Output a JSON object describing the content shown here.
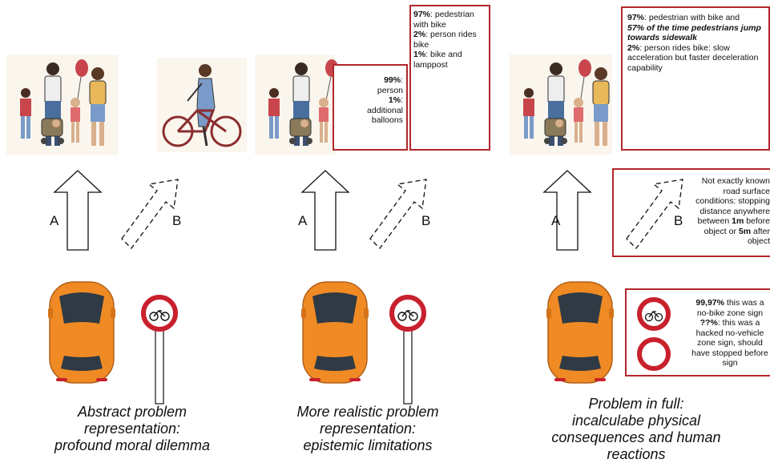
{
  "labels": {
    "a": "A",
    "b": "B"
  },
  "captions": {
    "panel1": [
      "Abstract problem",
      "representation:",
      "profound moral dilemma"
    ],
    "panel2": [
      "More realistic problem",
      "representation:",
      "epistemic limitations"
    ],
    "panel3": [
      "Problem in full:",
      "incalculabe physical",
      "consequences and human",
      "reactions"
    ]
  },
  "notes": {
    "p2_family": {
      "pct1": "99%",
      "t1": ":",
      "t1b": "person",
      "pct2": "1%",
      "t2": ":",
      "t2b": "additional",
      "t2c": "balloons"
    },
    "p2_bike": {
      "pct1": "97%",
      "t1": ": pedestrian",
      "t1b": "with bike",
      "pct2": "2%",
      "t2": ": person rides",
      "t2b": "bike",
      "pct3": "1%",
      "t3": ": bike and",
      "t3b": "lamppost"
    },
    "p3_bike": {
      "pct1": "97%",
      "t1": ": pedestrian with bike and",
      "t1b": "57% of the time pedestrians jump",
      "t1c": "towards sidewalk",
      "pct2": "2%",
      "t2": ": person rides bike: slow",
      "t2b": "acceleration but faster deceleration",
      "t2c": "capability"
    },
    "p3_road": {
      "l1": "Not exactly known",
      "l2": "road surface",
      "l3": "conditions: stopping",
      "l4": "distance anywhere",
      "l5a": "between ",
      "l5b": "1m",
      "l5c": " before",
      "l6a": "object or ",
      "l6b": "5m",
      "l6c": " after",
      "l7": "object"
    },
    "p3_sign": {
      "pct1": "99,97%",
      "t1": " this was a",
      "t1b": "no-bike zone sign",
      "pct2": "??%",
      "t2": ": this was a",
      "t2b": "hacked no-vehicle",
      "t2c": "zone sign, should",
      "t2d": "have stopped before",
      "t2e": "sign"
    }
  },
  "colors": {
    "note_border": "#b3272d",
    "car": "#f08a24",
    "sign_red": "#c8202c",
    "balloon": "#c8464b"
  }
}
